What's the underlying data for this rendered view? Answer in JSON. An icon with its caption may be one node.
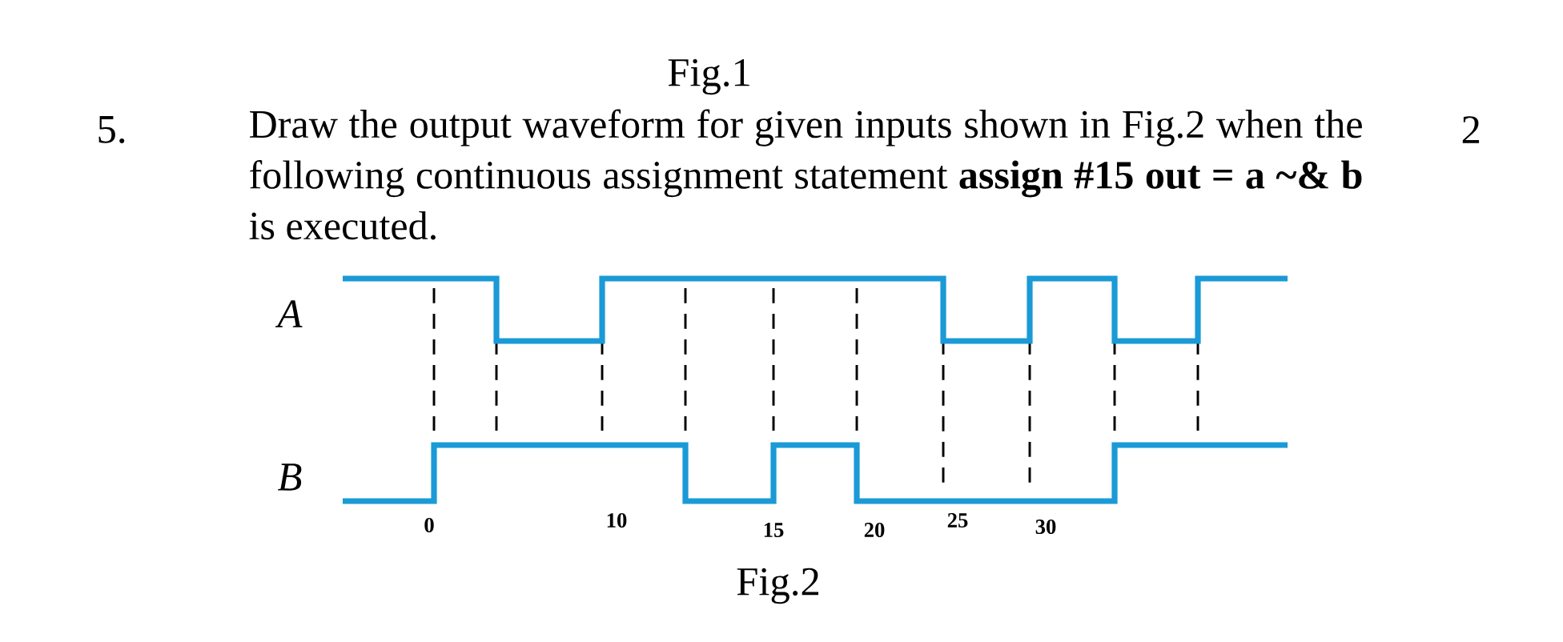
{
  "diagram": {
    "caption": "Fig.2",
    "labels": [
      "Fig.1",
      "5.",
      "Draw the output waveform for given inputs shown in Fig.2 when the following continuous assignment statement **assign #15 out = a ~& b** is executed.",
      "2",
      "A",
      "B",
      "0",
      "10",
      "15",
      "20",
      "25",
      "30"
    ]
  }
}
